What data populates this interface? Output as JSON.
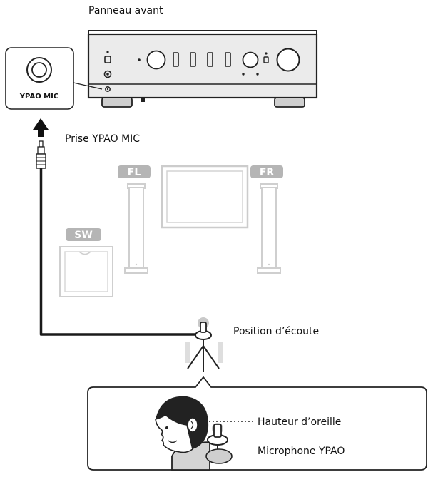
{
  "labels": {
    "front_panel": "Panneau avant",
    "mic_jack": "Prise YPAO MIC",
    "listening_position": "Position d’écoute",
    "ear_height": "Hauteur d’oreille",
    "ypao_microphone": "Microphone YPAO"
  },
  "callout": {
    "text": "YPAO MIC"
  },
  "speakers": {
    "front_left": "FL",
    "front_right": "FR",
    "subwoofer": "SW"
  },
  "colors": {
    "line": "#1a1a1a",
    "panel_fill": "#ebebeb",
    "speaker_gray": "#c9c9c9",
    "tag_fill": "#b5b5b5",
    "tag_text": "#ffffff"
  }
}
